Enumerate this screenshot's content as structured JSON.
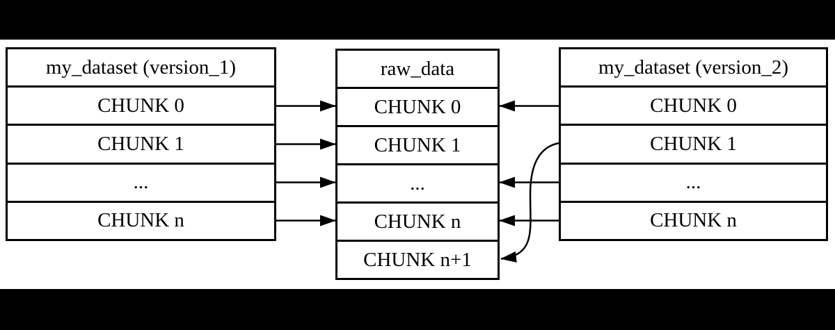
{
  "page": {
    "background": "#000000",
    "canvas_background": "#ffffff"
  },
  "diagram": {
    "colors": {
      "line": "#000000",
      "text": "#000000",
      "table_background": "#ffffff"
    },
    "tables": [
      {
        "id": "version1",
        "title": "my_dataset (version_1)",
        "rows": [
          "CHUNK 0",
          "CHUNK 1",
          "...",
          "CHUNK n"
        ]
      },
      {
        "id": "raw_data",
        "title": "raw_data",
        "rows": [
          "CHUNK 0",
          "CHUNK 1",
          "...",
          "CHUNK n",
          "CHUNK n+1"
        ]
      },
      {
        "id": "version2",
        "title": "my_dataset (version_2)",
        "rows": [
          "CHUNK 0",
          "CHUNK 1",
          "...",
          "CHUNK n"
        ]
      }
    ],
    "edges": [
      {
        "from_table": "version1",
        "from_row": 0,
        "to_table": "raw_data",
        "to_row": 0,
        "curved": false
      },
      {
        "from_table": "version1",
        "from_row": 1,
        "to_table": "raw_data",
        "to_row": 1,
        "curved": false
      },
      {
        "from_table": "version1",
        "from_row": 2,
        "to_table": "raw_data",
        "to_row": 2,
        "curved": false
      },
      {
        "from_table": "version1",
        "from_row": 3,
        "to_table": "raw_data",
        "to_row": 3,
        "curved": false
      },
      {
        "from_table": "version2",
        "from_row": 0,
        "to_table": "raw_data",
        "to_row": 0,
        "curved": false
      },
      {
        "from_table": "version2",
        "from_row": 2,
        "to_table": "raw_data",
        "to_row": 2,
        "curved": false
      },
      {
        "from_table": "version2",
        "from_row": 3,
        "to_table": "raw_data",
        "to_row": 3,
        "curved": false
      },
      {
        "from_table": "version2",
        "from_row": 1,
        "to_table": "raw_data",
        "to_row": 4,
        "curved": true
      }
    ]
  }
}
